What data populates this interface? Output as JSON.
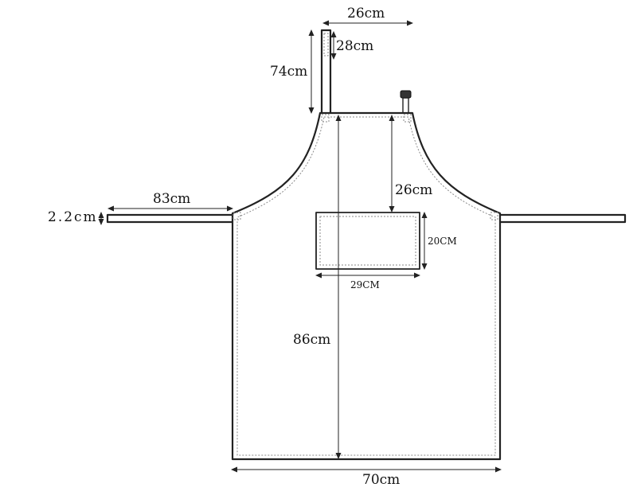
{
  "dimensions": {
    "neck_width": "26cm",
    "neck_strap_width": "28cm",
    "neck_strap_length": "74cm",
    "waist_tie_length": "83cm",
    "waist_tie_width": "2.2cm",
    "bib_to_pocket": "26cm",
    "pocket_height": "20CM",
    "pocket_width": "29CM",
    "total_length": "86cm",
    "bottom_width": "70cm"
  }
}
